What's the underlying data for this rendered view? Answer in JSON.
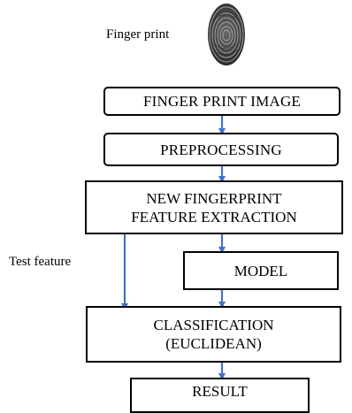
{
  "fingerprint_label": "Finger print",
  "test_feature_label": "Test feature",
  "boxes": {
    "image": "FINGER PRINT IMAGE",
    "preprocessing": "PREPROCESSING",
    "extraction_line1": "NEW FINGERPRINT",
    "extraction_line2": "FEATURE EXTRACTION",
    "model": "MODEL",
    "classification_line1": "CLASSIFICATION",
    "classification_line2": "(EUCLIDEAN)",
    "result": "RESULT"
  },
  "colors": {
    "arrow": "#4472c4",
    "box_border": "#000000",
    "text": "#000000"
  }
}
